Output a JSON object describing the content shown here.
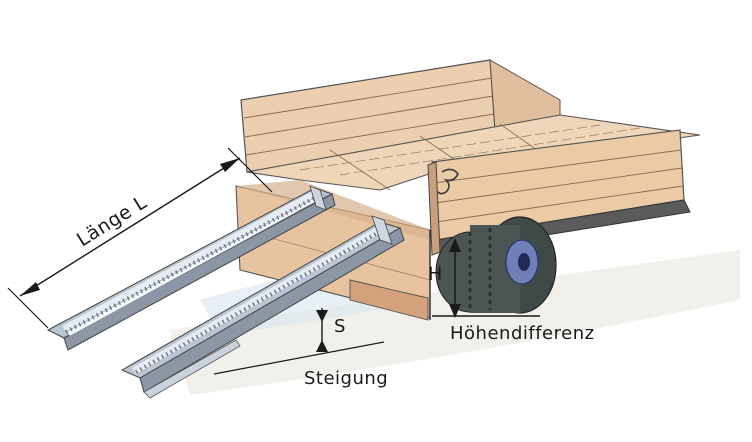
{
  "labels": {
    "length": "Länge L",
    "height_symbol": "H",
    "height_name": "Höhendifferenz",
    "slope_symbol": "S",
    "slope_name": "Steigung"
  },
  "colors": {
    "wood": "#e8c9a8",
    "wood_dark": "#c99a74",
    "wood_light": "#f3dcc3",
    "ramp": "#d4dde6",
    "ramp_dark": "#8b97a4",
    "tire": "#3f4a48",
    "hub": "#6f7fb8",
    "ground": "#ecebe6",
    "ink": "#1a1a1a"
  }
}
